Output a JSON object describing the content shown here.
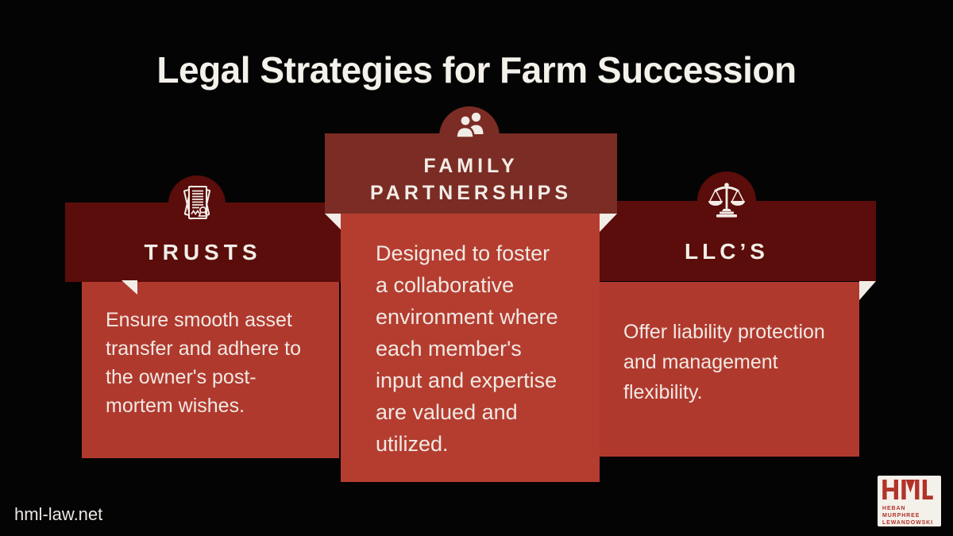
{
  "title": "Legal Strategies for Farm Succession",
  "website": "hml-law.net",
  "colors": {
    "background": "#050404",
    "dark_band": "#5a0d0a",
    "mid_header": "#7b2c24",
    "side_body": "#b0392e",
    "mid_body": "#b43d30",
    "fold_white": "#f2eee7",
    "text_light": "#f1e9e3",
    "title_light": "#f4f1ea",
    "logo_red": "#b23229",
    "logo_bg": "#f4f0ea"
  },
  "cards": [
    {
      "id": "trusts",
      "icon": "certificate-icon",
      "title": "TRUSTS",
      "description": "Ensure smooth asset\ntransfer and adhere to\nthe owner's post-\nmortem wishes."
    },
    {
      "id": "family-partnerships",
      "icon": "family-partnership-icon",
      "title": "FAMILY\nPARTNERSHIPS",
      "description": "Designed to foster\na collaborative\nenvironment where\neach member's\ninput and expertise\nare valued and\nutilized."
    },
    {
      "id": "llcs",
      "icon": "scales-icon",
      "title": "LLC’S",
      "description": "Offer liability protection\nand management\nflexibility."
    }
  ],
  "logo": {
    "acronym": "HML",
    "lines": [
      "HEBAN",
      "MURPHREE",
      "LEWANDOWSKI"
    ]
  }
}
